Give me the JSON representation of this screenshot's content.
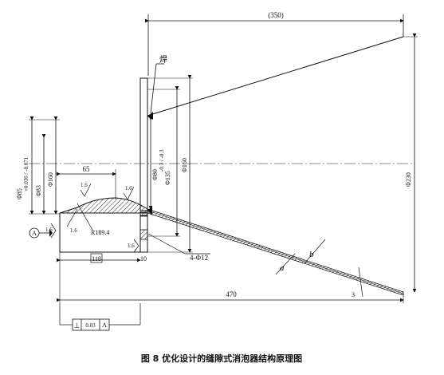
{
  "figure": {
    "caption": "图 8   优化设计的缝隙式消泡器结构原理图",
    "dimensions": {
      "top_span": "(350)",
      "weld": "焊",
      "phi85": "Φ85",
      "phi85_tol": "+0.036 / -0.071",
      "phi83": "Φ83",
      "phi160_left": "Φ160",
      "len65": "65",
      "rough_a": "1.6",
      "rough_b": "1.6",
      "rough_c": "1.6",
      "rough_d": "1.6",
      "radius": "R189.4",
      "datum": "A",
      "phi80": "Φ80",
      "phi135": "Φ135",
      "phi135_tol": "-0.3 / -0.3",
      "phi160_right": "Φ160",
      "phi230": "Φ230",
      "holes": "4-Φ12",
      "len118": "118",
      "len10": "10",
      "label_b": "b",
      "label_a": "a",
      "len470": "470",
      "gap3": "3",
      "tol_symbol": "⊥",
      "tol_value": "0.03",
      "tol_datum": "A"
    }
  }
}
